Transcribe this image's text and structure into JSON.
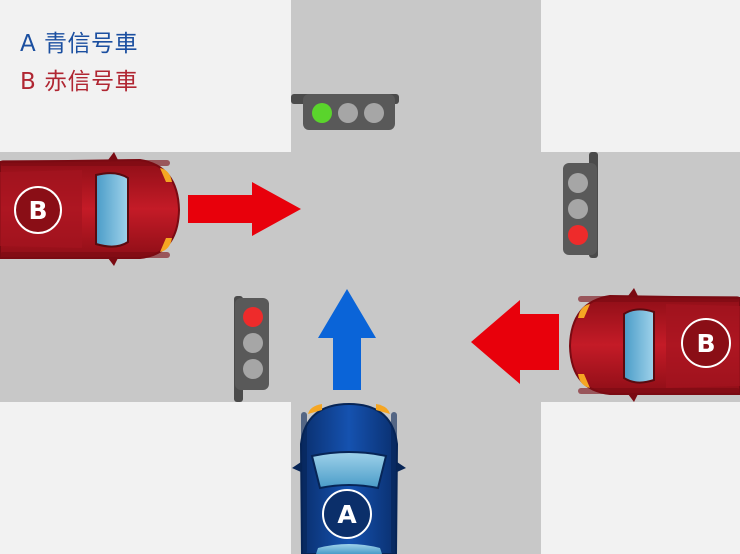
{
  "legend": {
    "line_a": "A 青信号車",
    "line_b": "B 赤信号車"
  },
  "vehicles": [
    {
      "label": "A",
      "signal": "green",
      "direction": "north",
      "body_color": "#0d3f8f"
    },
    {
      "label": "B",
      "signal": "red",
      "direction": "east",
      "body_color": "#b0121e"
    },
    {
      "label": "B",
      "signal": "red",
      "direction": "west",
      "body_color": "#b0121e"
    }
  ],
  "traffic_lights": [
    {
      "facing": "south",
      "lit": "green"
    },
    {
      "facing": "west",
      "lit": "red"
    },
    {
      "facing": "east",
      "lit": "red"
    }
  ],
  "colors": {
    "legend_a": "#1b4fa0",
    "legend_b": "#b02632",
    "road": "#c8c8c8",
    "block": "#f2f2f2",
    "arrow_red": "#e8000b",
    "arrow_blue": "#0a64d8",
    "light_green": "#5ad42c",
    "light_red": "#ee2b2b",
    "light_off": "#a6a6a6"
  }
}
